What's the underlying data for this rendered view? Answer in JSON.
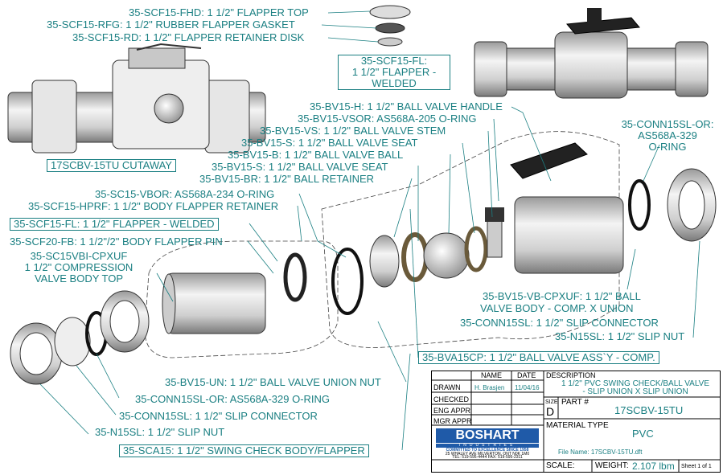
{
  "labels": {
    "fhd": "35-SCF15-FHD: 1 1/2\" FLAPPER TOP",
    "rfg": "35-SCF15-RFG: 1 1/2\" RUBBER FLAPPER GASKET",
    "rd": "35-SCF15-RD: 1 1/2\" FLAPPER RETAINER DISK",
    "fl_line1": "35-SCF15-FL:",
    "fl_line2": "1 1/2\" FLAPPER -",
    "fl_line3": "WELDED",
    "cutaway": "17SCBV-15TU CUTAWAY",
    "handle": "35-BV15-H: 1 1/2\" BALL VALVE HANDLE",
    "vsor": "35-BV15-VSOR: AS568A-205 O-RING",
    "vs": "35-BV15-VS: 1 1/2\" BALL VALVE STEM",
    "seat1": "35-BV15-S: 1 1/2\" BALL VALVE SEAT",
    "ball": "35-BV15-B: 1 1/2\" BALL VALVE BALL",
    "seat2": "35-BV15-S: 1 1/2\" BALL VALVE SEAT",
    "br": "35-BV15-BR: 1 1/2\" BALL RETAINER",
    "conn_or_1": "35-CONN15SL-OR:",
    "conn_or_2": "AS568A-329",
    "conn_or_3": "O-RING",
    "vbor": "35-SC15-VBOR: AS568A-234 O-RING",
    "hprf": "35-SCF15-HPRF: 1 1/2\" BODY FLAPPER RETAINER",
    "fl_welded": "35-SCF15-FL: 1 1/2\" FLAPPER - WELDED",
    "fb": "35-SCF20-FB: 1 1/2\"/2\" BODY FLAPPER PIN",
    "vbi_1": "35-SC15VBI-CPXUF",
    "vbi_2": "1 1/2\" COMPRESSION",
    "vbi_3": "VALVE BODY TOP",
    "vb_1": "35-BV15-VB-CPXUF: 1 1/2\" BALL",
    "vb_2": "VALVE BODY -  COMP. X UNION",
    "slipconn_r": "35-CONN15SL: 1 1/2\" SLIP CONNECTOR",
    "slipnut_r": "35-N15SL: 1 1/2\" SLIP NUT",
    "assy": "35-BVA15CP: 1 1/2\" BALL VALVE ASS`Y - COMP.",
    "union_nut": "35-BV15-UN: 1 1/2\" BALL VALVE UNION NUT",
    "conn_or_l": "35-CONN15SL-OR: AS568A-329 O-RING",
    "slipconn_l": "35-CONN15SL: 1 1/2\" SLIP CONNECTOR",
    "slipnut_l": "35-N15SL: 1 1/2\" SLIP NUT",
    "sca": "35-SCA15: 1 1/2\" SWING CHECK BODY/FLAPPER"
  },
  "title_block": {
    "name_hdr": "NAME",
    "date_hdr": "DATE",
    "drawn": "DRAWN",
    "drawn_name": "H. Brasjen",
    "drawn_date": "11/04/16",
    "checked": "CHECKED",
    "eng_appr": "ENG APPR",
    "mgr_appr": "MGR APPR",
    "desc_hdr": "DESCRIPTION",
    "desc_1": "1 1/2\" PVC SWING CHECK/BALL VALVE",
    "desc_2": "- SLIP UNION X SLIP UNION",
    "size_hdr": "SIZE",
    "size": "D",
    "part_hdr": "PART #",
    "part": "17SCBV-15TU",
    "material_hdr": "MATERIAL TYPE",
    "material": "PVC",
    "file": "File Name: 17SCBV-15TU.dft",
    "scale": "SCALE:",
    "weight_hdr": "WEIGHT:",
    "weight": "2.107 lbm",
    "sheet": "Sheet 1 of 1",
    "logo": "BOSHART",
    "logo_sub": "INDUSTRIES",
    "tagline": "COMMITTED TO EXCELLENCE SINCE 1958",
    "addr": "25 WHALEY AVE MILVERTON, ONT N0K 1M0",
    "tel": "TEL: 519-595-4444  FAX: 519-595-2311"
  },
  "colors": {
    "label": "#1a7f82",
    "part_fill": "#e8e8e8",
    "part_line": "#333333"
  }
}
